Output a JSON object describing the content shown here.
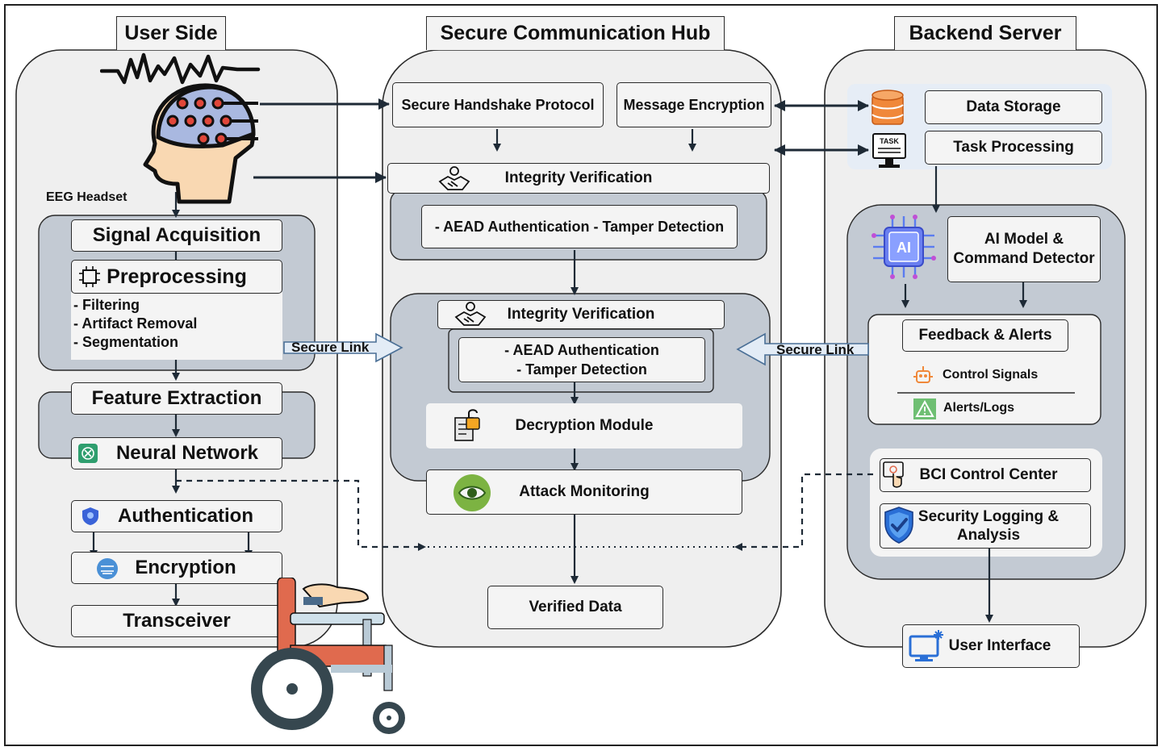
{
  "headers": {
    "user": "User Side",
    "hub": "Secure Communication Hub",
    "backend": "Backend Server"
  },
  "user_side": {
    "eeg_headset": "EEG Headset",
    "signal_acquisition": "Signal Acquisition",
    "preprocessing": "Preprocessing",
    "preprocessing_steps": [
      "- Filtering",
      "- Artifact Removal",
      "- Segmentation"
    ],
    "feature_extraction": "Feature Extraction",
    "neural_network": "Neural Network",
    "authentication": "Authentication",
    "encryption": "Encryption",
    "transceiver": "Transceiver",
    "secure_link": "Secure Link"
  },
  "hub": {
    "handshake": "Secure Handshake Protocol",
    "message_encryption": "Message Encryption",
    "integrity_top": "Integrity Verification",
    "aead_top": "- AEAD Authentication - Tamper Detection",
    "integrity_mid": "Integrity Verification",
    "aead_mid_line1": "- AEAD Authentication",
    "aead_mid_line2": "- Tamper Detection",
    "decryption": "Decryption Module",
    "attack_monitoring": "Attack Monitoring",
    "verified_data": "Verified Data"
  },
  "backend": {
    "data_storage": "Data Storage",
    "task_processing": "Task Processing",
    "task_icon_text": "TASK",
    "ai_icon_text": "AI",
    "ai_model_line1": "AI Model &",
    "ai_model_line2": "Command Detector",
    "feedback_alerts": "Feedback & Alerts",
    "control_signals": "Control Signals",
    "alerts_logs": "Alerts/Logs",
    "bci_control_center": "BCI Control Center",
    "security_logging_line1": "Security Logging &",
    "security_logging_line2": "Analysis",
    "user_interface": "User Interface",
    "secure_link": "Secure Link"
  },
  "colors": {
    "panel_outer": "#efefef",
    "panel_inner": "#c3cad3",
    "box_fill": "#f4f4f4",
    "highlight_fill": "#e9eef6",
    "storage_orange": "#f0883a",
    "eye_green": "#7cb342",
    "shield_blue": "#2a6fd6",
    "wheelchair_orange": "#e06a4e",
    "wheel_dark": "#36474f"
  }
}
